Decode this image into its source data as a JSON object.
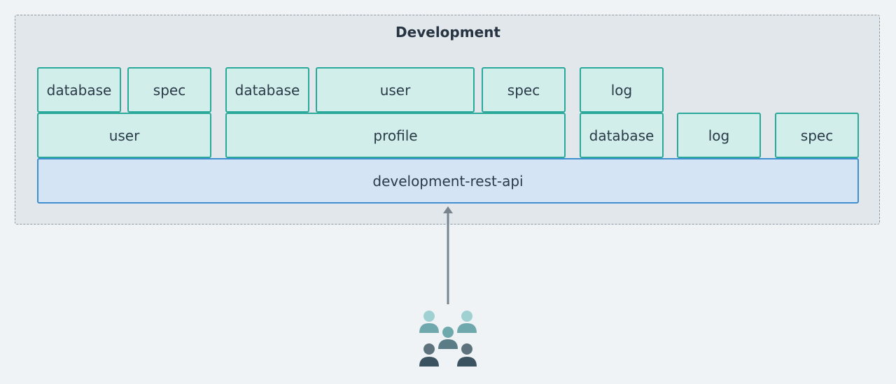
{
  "diagram": {
    "environment_title": "Development",
    "base_layer": "development-rest-api",
    "bricks": {
      "b1": "database",
      "b2": "spec",
      "b3": "database",
      "b4": "user",
      "b5": "spec",
      "b6": "log",
      "b7": "user",
      "b8": "profile",
      "b9": "database",
      "b10": "log",
      "b11": "spec"
    }
  }
}
